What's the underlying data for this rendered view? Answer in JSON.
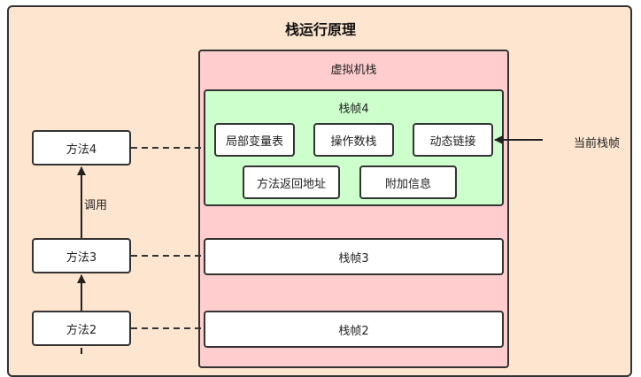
{
  "title": "栈运行原理",
  "vm_stack": {
    "label": "虚拟机栈"
  },
  "frame4": {
    "label": "栈帧4",
    "items": [
      "局部变量表",
      "操作数栈",
      "动态链接",
      "方法返回地址",
      "附加信息"
    ]
  },
  "frames": [
    "栈帧3",
    "栈帧2"
  ],
  "methods": [
    "方法4",
    "方法3",
    "方法2"
  ],
  "call_label": "调用",
  "current_frame_label": "当前栈帧"
}
